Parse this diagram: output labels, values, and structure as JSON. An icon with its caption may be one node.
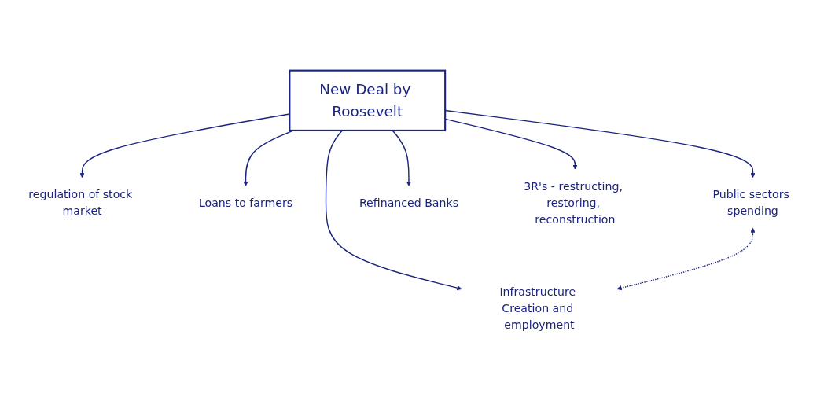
{
  "diagram": {
    "nodes": [
      {
        "text": [
          "New Deal by Roosevelt"
        ]
      },
      {
        "text": [
          "regulation of stock market"
        ]
      },
      {
        "text": [
          "Loans to farmers"
        ]
      },
      {
        "text": [
          "Public sectors spending"
        ]
      },
      {
        "text": [
          "Infrastructure Creation and employment"
        ]
      },
      {
        "text": [
          "Refinanced Banks"
        ]
      },
      {
        "text": [
          "3R's - restructing, restoring, reconstruction"
        ]
      }
    ],
    "edges": [
      {
        "from": 0,
        "to": 1,
        "arrow": "to"
      },
      {
        "from": 0,
        "to": 2,
        "arrow": "to"
      },
      {
        "from": 0,
        "to": 3,
        "arrow": "to"
      },
      {
        "from": 0,
        "to": 4,
        "arrow": "to"
      },
      {
        "from": 0,
        "to": 5,
        "arrow": "to"
      },
      {
        "from": 0,
        "to": 6,
        "arrow": "to"
      },
      {
        "from": 3,
        "to": 4,
        "arrow": "both",
        "style": "dashed"
      }
    ]
  }
}
